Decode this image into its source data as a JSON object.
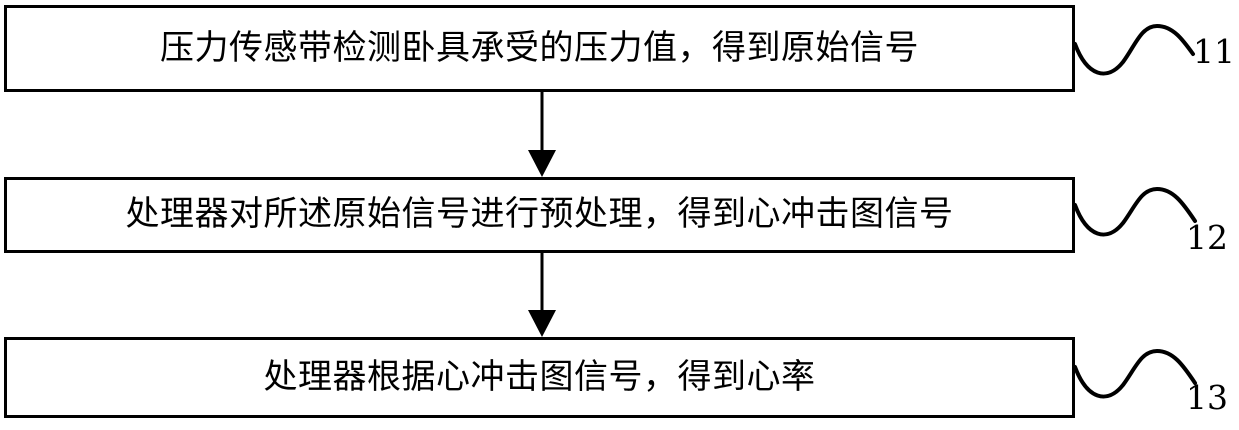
{
  "diagram": {
    "title": "Heart rate detection method flowchart",
    "background_color": "#ffffff",
    "stroke_color": "#000000",
    "steps": [
      {
        "id": "step-11",
        "text": "压力传感带检测卧具承受的压力值，得到原始信号",
        "ref_label": "11"
      },
      {
        "id": "step-12",
        "text": "处理器对所述原始信号进行预处理，得到心冲击图信号",
        "ref_label": "12"
      },
      {
        "id": "step-13",
        "text": "处理器根据心冲击图信号，得到心率",
        "ref_label": "13"
      }
    ],
    "connectors": [
      {
        "id": "arrow-1",
        "from": "step-11",
        "to": "step-12",
        "kind": "down-arrow"
      },
      {
        "id": "arrow-2",
        "from": "step-12",
        "to": "step-13",
        "kind": "down-arrow"
      }
    ],
    "leaders": [
      {
        "id": "leader-11",
        "for": "step-11",
        "kind": "sine-wave"
      },
      {
        "id": "leader-12",
        "for": "step-12",
        "kind": "sine-wave"
      },
      {
        "id": "leader-13",
        "for": "step-13",
        "kind": "sine-wave"
      }
    ]
  }
}
